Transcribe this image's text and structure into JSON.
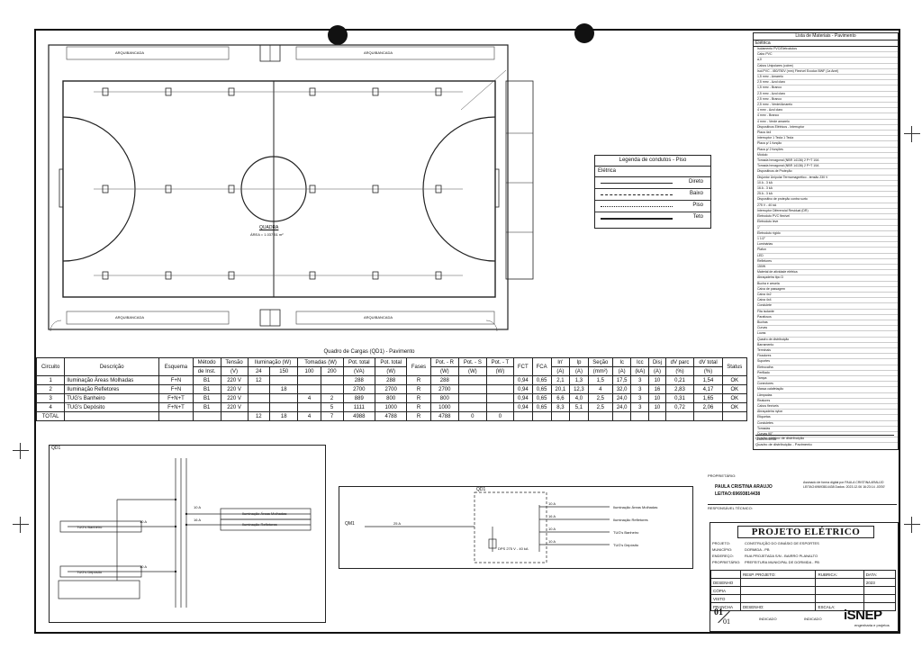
{
  "loads_table": {
    "title": "Quadro de Cargas (QD1) - Pavimento",
    "headers": {
      "circuito": "Circuito",
      "descricao": "Descrição",
      "esquema": "Esquema",
      "metodo": "Método",
      "metodo2": "de Inst.",
      "tensao": "Tensão",
      "tensao2": "(V)",
      "iluminacao": "Iluminação (W)",
      "il24": "24",
      "il150": "150",
      "tomadas": "Tomadas (W)",
      "tm100": "100",
      "tm200": "200",
      "pot_total_va": "Pot. total",
      "pot_total_va2": "(VA)",
      "pot_total_w": "Pot. total",
      "pot_total_w2": "(W)",
      "fases": "Fases",
      "pot_r": "Pot. - R",
      "pot_r2": "(W)",
      "pot_s": "Pot. - S",
      "pot_s2": "(W)",
      "pot_t": "Pot. - T",
      "pot_t2": "(W)",
      "fct": "FCT",
      "fca": "FCA",
      "in": "In'",
      "in2": "(A)",
      "ip": "Ip",
      "ip2": "(A)",
      "secao": "Seção",
      "secao2": "(mm²)",
      "ic": "Ic",
      "ic2": "(A)",
      "icc": "Icc",
      "icc2": "(kA)",
      "disj": "Disj",
      "disj2": "(A)",
      "dv_parc": "dV parc",
      "dv_parc2": "(%)",
      "dv_total": "dV total",
      "dv_total2": "(%)",
      "status": "Status"
    },
    "rows": [
      {
        "c": "1",
        "d": "Iluminação Áreas Molhadas",
        "e": "F+N",
        "m": "B1",
        "v": "220 V",
        "i24": "12",
        "i150": "",
        "t100": "",
        "t200": "",
        "va": "288",
        "w": "288",
        "f": "R",
        "r": "288",
        "s": "",
        "t": "",
        "fct": "0,94",
        "fca": "0,65",
        "in": "2,1",
        "ip": "1,3",
        "sec": "1,5",
        "ic": "17,5",
        "icc": "3",
        "dj": "10",
        "dvp": "0,21",
        "dvt": "1,54",
        "st": "OK"
      },
      {
        "c": "2",
        "d": "Iluminação Refletores",
        "e": "F+N",
        "m": "B1",
        "v": "220 V",
        "i24": "",
        "i150": "18",
        "t100": "",
        "t200": "",
        "va": "2700",
        "w": "2700",
        "f": "R",
        "r": "2700",
        "s": "",
        "t": "",
        "fct": "0,94",
        "fca": "0,65",
        "in": "20,1",
        "ip": "12,3",
        "sec": "4",
        "ic": "32,0",
        "icc": "3",
        "dj": "16",
        "dvp": "2,83",
        "dvt": "4,17",
        "st": "OK"
      },
      {
        "c": "3",
        "d": "TUG's Banheiro",
        "e": "F+N+T",
        "m": "B1",
        "v": "220 V",
        "i24": "",
        "i150": "",
        "t100": "4",
        "t200": "2",
        "va": "889",
        "w": "800",
        "f": "R",
        "r": "800",
        "s": "",
        "t": "",
        "fct": "0,94",
        "fca": "0,65",
        "in": "6,6",
        "ip": "4,0",
        "sec": "2,5",
        "ic": "24,0",
        "icc": "3",
        "dj": "10",
        "dvp": "0,31",
        "dvt": "1,65",
        "st": "OK"
      },
      {
        "c": "4",
        "d": "TUG's Depósito",
        "e": "F+N+T",
        "m": "B1",
        "v": "220 V",
        "i24": "",
        "i150": "",
        "t100": "",
        "t200": "5",
        "va": "1111",
        "w": "1000",
        "f": "R",
        "r": "1000",
        "s": "",
        "t": "",
        "fct": "0,94",
        "fca": "0,65",
        "in": "8,3",
        "ip": "5,1",
        "sec": "2,5",
        "ic": "24,0",
        "icc": "3",
        "dj": "10",
        "dvp": "0,72",
        "dvt": "2,06",
        "st": "OK"
      }
    ],
    "total": {
      "label": "TOTAL",
      "i24": "12",
      "i150": "18",
      "t100": "4",
      "t200": "7",
      "va": "4988",
      "w": "4788",
      "f": "R",
      "r": "4788",
      "s": "0",
      "t": "0"
    }
  },
  "plan": {
    "court_label": "QUADRA",
    "court_area": "ÁREA = 1.037,51 m²",
    "top_labels": [
      "ARQUIBANCADA",
      "ARQUIBANCADA"
    ],
    "bottom_labels": [
      "ARQUIBANCADA",
      "ARQUIBANCADA"
    ]
  },
  "legend": {
    "title": "Legenda de condutos - Piso",
    "header": "Elétrica",
    "rows": [
      "Direto",
      "Baixo",
      "Piso",
      "Teto"
    ]
  },
  "materials": {
    "title": "Lista de Materiais - Pavimento",
    "section_main": "Elétrica",
    "items": [
      "Isolamento PVC/Eletrodutos",
      "Cabo PVC",
      "a,0",
      "Cabos Unipolares (cobre)",
      "Isol.PVC - 450/750V (mm) Flexível Ecodux BWF (1a Anel)",
      "1,5 mm² - Amarelo",
      "2,5 mm² - Azul claro",
      "1,5 mm² - Branco",
      "2,5 mm² - Azul claro",
      "2,5 mm² - Branco",
      "2,5 mm² - Verde/Amarelo",
      "4 mm² - Azul claro",
      "4 mm² - Branco",
      "4 mm² - Verde amarelo",
      "Dispositivos Elétricos - Interruptor",
      "Placa 4x4",
      "Interruptor 1 Tecla 1 Tecla",
      "Placa p/ 1 função",
      "Placa p/ 2 funções",
      "Módulo",
      "Tomada hexagonal (NBR 14136) 2 P+T 10A",
      "Tomada hexagonal (NBR 14136) 2 P+T 10A",
      "Dispositivos de Proteção",
      "Disjuntor Unipolar Termomagnético - tensão 230 V",
      "10 A - 3 kA",
      "16 A - 3 kA",
      "25 A - 3 kA",
      "Dispositivo de proteção contra surto",
      "275 V - 40 kA",
      "Interruptor Diferencial Residual (DR)",
      "Eletroduto PVC flexível",
      "Eletroduto leve",
      "1\"",
      "Eletroduto rígido",
      "1 1/2\"",
      "Luminárias",
      "Plafon",
      "LED",
      "Refletores",
      "150W",
      "Material de atividade elétrica",
      "Abraçadeira tipo D",
      "Bucha e arruela",
      "Caixa de passagem",
      "Caixa 4x2",
      "Caixa 4x4",
      "Condulete",
      "Fita isolante",
      "Parafusos",
      "Buchas",
      "Curvas",
      "Luvas",
      "Quadro de distribuição",
      "Barramento",
      "Terminais",
      "Fixadores",
      "Suportes",
      "Eletrocalha",
      "Perfilado",
      "Tampa",
      "Conectores",
      "Massa calafetação",
      "Lâmpadas",
      "Reatores",
      "Cabos flexíveis",
      "Abraçadeira nylon",
      "Etiquetas",
      "Conduletes",
      "Tomadas",
      "Curvas 90°",
      "Luva emenda"
    ],
    "footer": [
      "Quadro elétrico de distribuição",
      "Quadro de distribuição - Pavimento"
    ]
  },
  "title_block": {
    "proprietario_label": "PROPRIETÁRIO:",
    "responsavel_label": "RESPONSÁVEL TÉCNICO:",
    "engineer_name": "PAULA CRISTINA ARAUJO",
    "engineer_reg": "LEITAO:69693814438",
    "signature_note": "Assinado de forma digital por PAULA CRISTINA ARAUJO LEITAO:69693814438 Dados: 2023.12.06 16:23:14 -03'00'",
    "project_title": "PROJETO ELÉTRICO",
    "fields": [
      {
        "label": "PROJETO:",
        "value": "CONSTRUÇÃO DO GINÁSIO DE ESPORTES"
      },
      {
        "label": "MUNICÍPIO:",
        "value": "DORMIDA - PB"
      },
      {
        "label": "ENDEREÇO:",
        "value": "RUA PROJETADA S/N - BAIRRO PLANALTO"
      },
      {
        "label": "PROPRIETÁRIO:",
        "value": "PREFEITURA MUNICIPAL DE DORMIDA - PB"
      }
    ],
    "rows": [
      "DESENHO",
      "CÓPIA",
      "VISTO",
      "PRANCHA"
    ],
    "col_headers": [
      "RESP. PROJETO:",
      "RUBRICA:",
      "DATA:"
    ],
    "date": "2023",
    "sheet_num": "01",
    "sheet_total": "01",
    "desenho_label": "DESENHO:",
    "escala_label": "ESCALA:",
    "indicado": "INDICADO",
    "logo": "iSNEP",
    "logo_sub": "engenharia e projetos"
  },
  "diagrams": {
    "qd1_label": "QD1",
    "qm1_label": "QM1",
    "circuit_labels": [
      "Iluminação Áreas Molhadas",
      "Iluminação Refletores",
      "TUG's Banheiro",
      "TUG's Depósito"
    ],
    "breaker_labels": [
      "10 A",
      "16 A",
      "10 A",
      "10 A"
    ],
    "main_breaker": "25 A",
    "dps_label": "DPS 275 V - 40 kA"
  }
}
